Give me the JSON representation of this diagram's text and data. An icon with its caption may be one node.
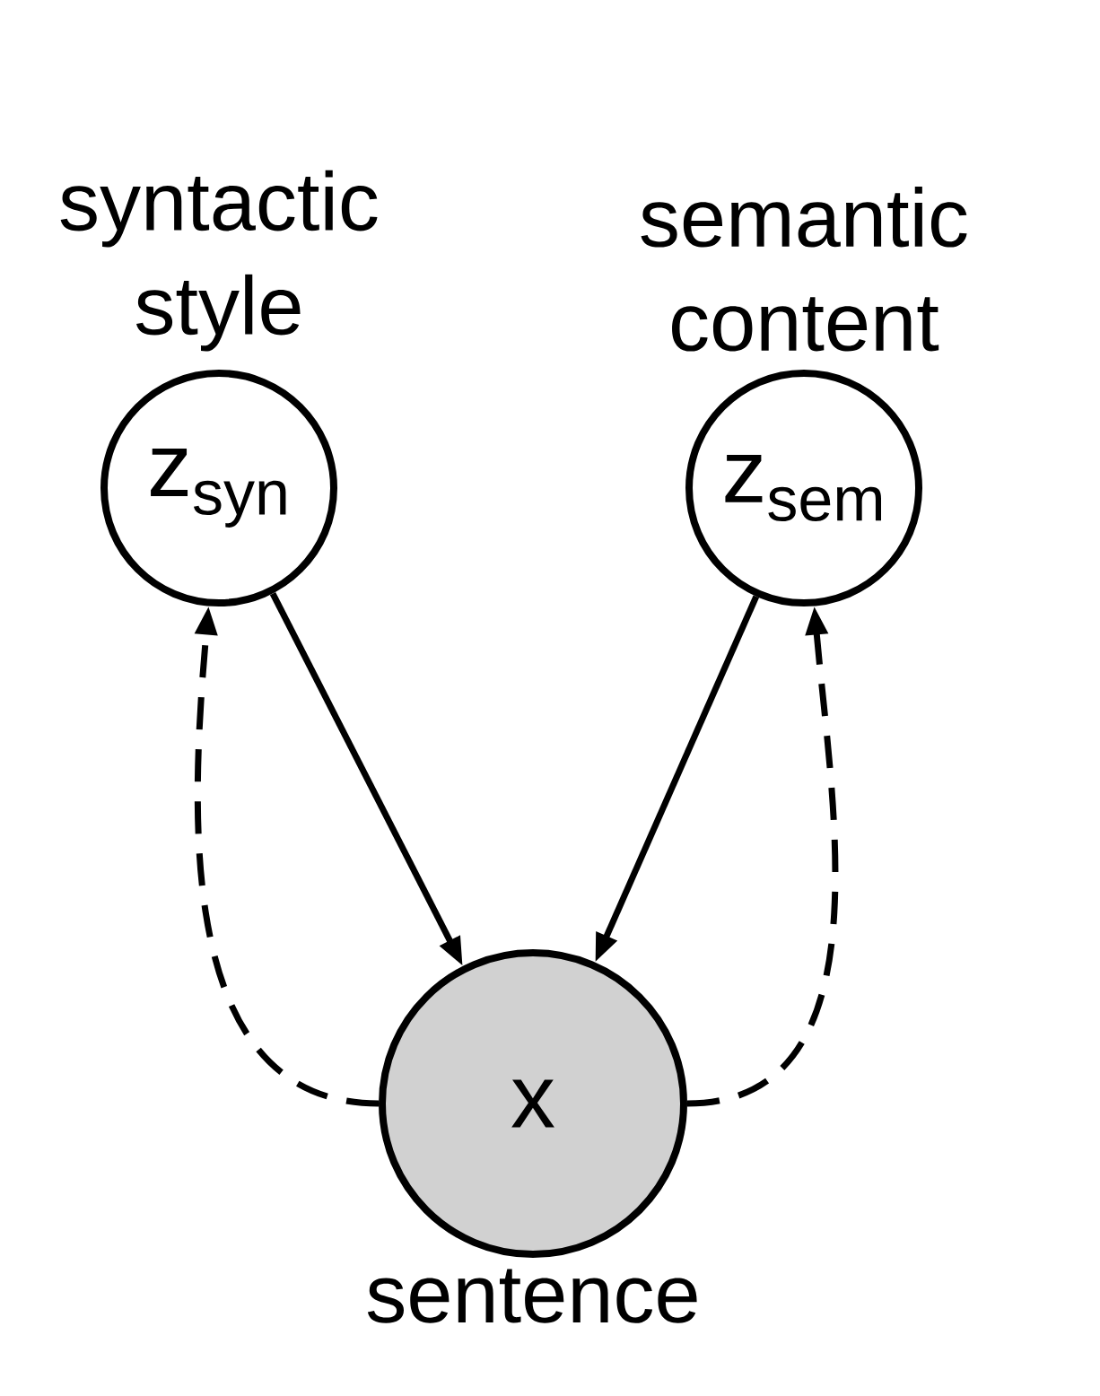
{
  "diagram": {
    "nodes": [
      {
        "text": [
          "z$_{syn}$"
        ],
        "beside": [
          "syntactic style"
        ]
      },
      {
        "text": [
          "z$_{sem}$"
        ],
        "beside": [
          "semantic content"
        ]
      },
      {
        "text": [
          "x"
        ],
        "beside": [
          "sentence"
        ]
      }
    ],
    "edges": [
      {
        "from": 0,
        "to": 2,
        "arrow": "to"
      },
      {
        "from": 1,
        "to": 2,
        "arrow": "to"
      },
      {
        "from": 2,
        "to": 0,
        "arrow": "to",
        "style": "dashed"
      },
      {
        "from": 2,
        "to": 1,
        "arrow": "to",
        "style": "dashed"
      }
    ]
  }
}
